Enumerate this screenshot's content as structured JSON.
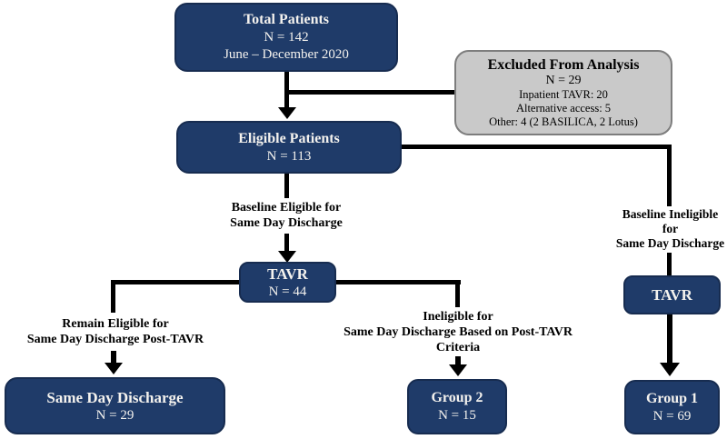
{
  "colors": {
    "node_fill": "#1f3b69",
    "node_text": "#f4f2ee",
    "excluded_fill": "#c9c9c9",
    "excluded_border": "#7d7d7d",
    "connector": "#000000"
  },
  "nodes": {
    "total_patients": {
      "title": "Total Patients",
      "n": "N = 142",
      "period": "June – December 2020"
    },
    "excluded": {
      "title": "Excluded From Analysis",
      "n": "N = 29",
      "reasons": [
        "Inpatient TAVR: 20",
        "Alternative access: 5",
        "Other: 4 (2 BASILICA, 2 Lotus)"
      ]
    },
    "eligible": {
      "title": "Eligible Patients",
      "n": "N = 113"
    },
    "tavr_sdd_pathway": {
      "title": "TAVR",
      "n": "N = 44"
    },
    "tavr_standard_pathway": {
      "title": "TAVR"
    },
    "same_day_discharge": {
      "title": "Same Day Discharge",
      "n": "N = 29"
    },
    "group_2": {
      "title": "Group 2",
      "n": "N = 15"
    },
    "group_1": {
      "title": "Group 1",
      "n": "N = 69"
    }
  },
  "edge_labels": {
    "baseline_eligible": [
      "Baseline Eligible for",
      "Same Day Discharge"
    ],
    "baseline_ineligible": [
      "Baseline Ineligible",
      "for",
      "Same Day Discharge"
    ],
    "remain_eligible": [
      "Remain Eligible for",
      "Same Day Discharge Post-TAVR"
    ],
    "ineligible_post_tavr": [
      "Ineligible for",
      "Same Day Discharge Based on Post-TAVR",
      "Criteria"
    ]
  }
}
